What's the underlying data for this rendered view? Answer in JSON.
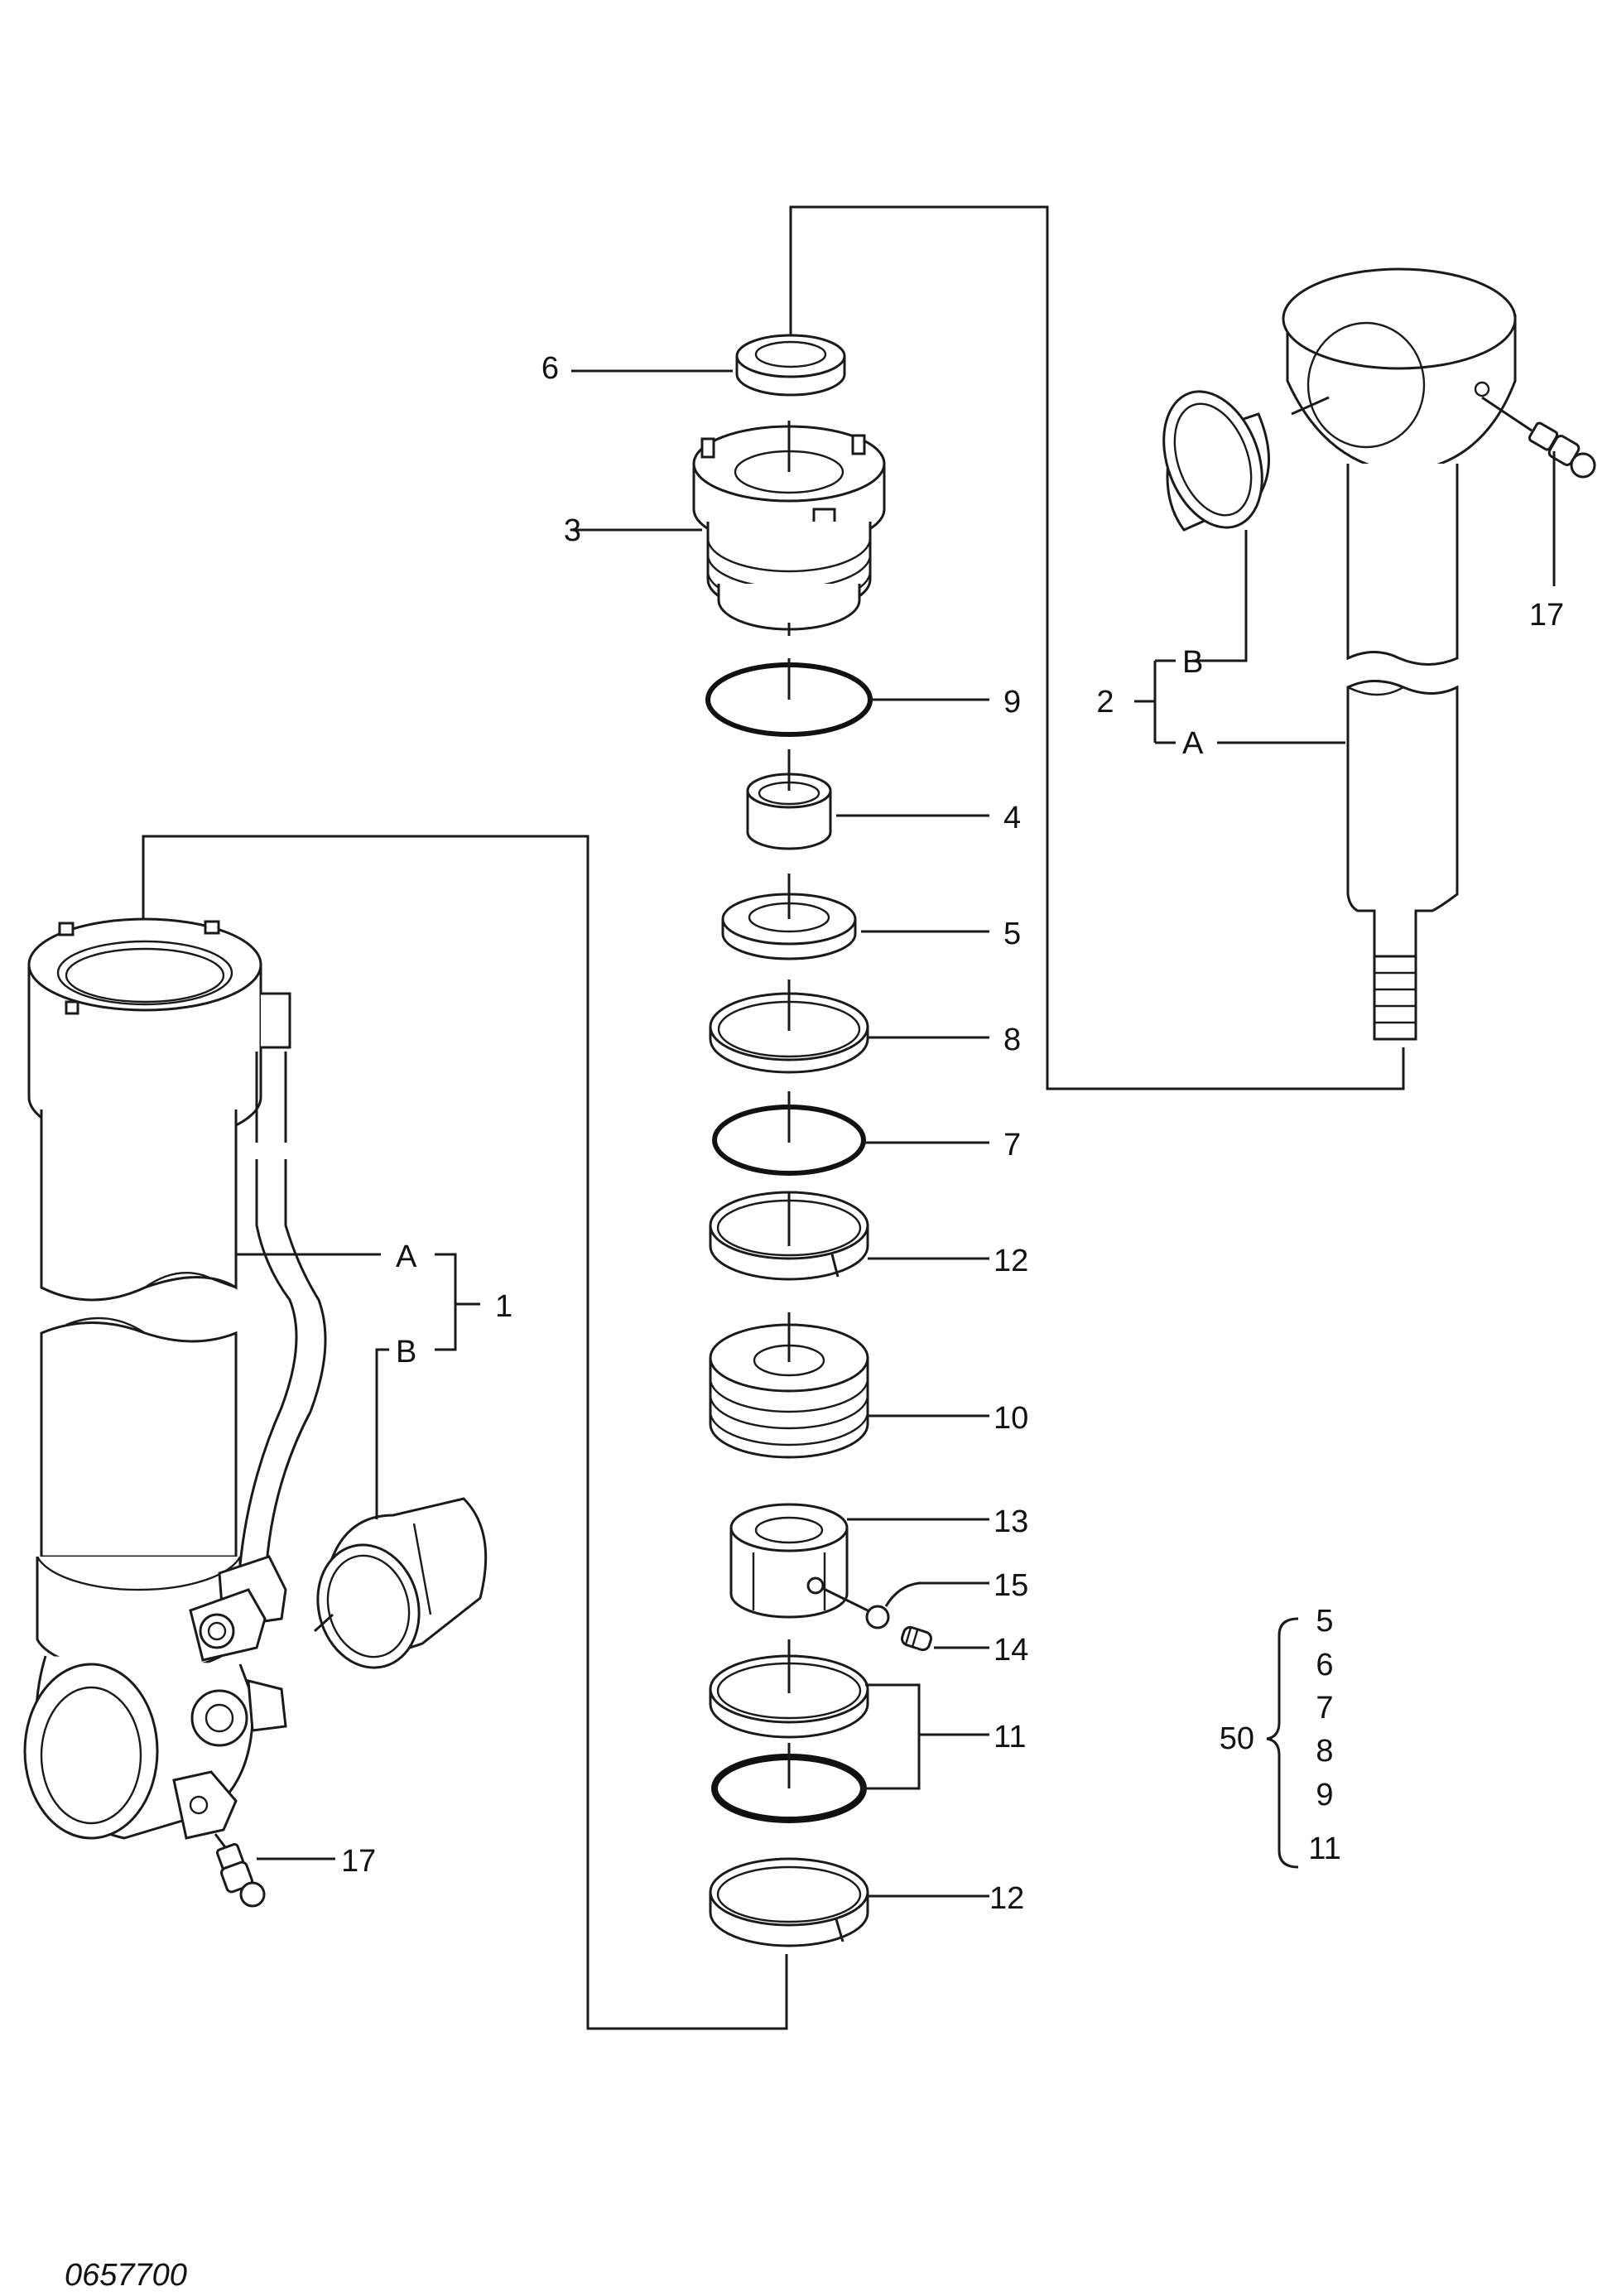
{
  "diagram_code": "0657700",
  "callouts": {
    "p1": "1",
    "p2": "2",
    "p3": "3",
    "p4": "4",
    "p5": "5",
    "p6": "6",
    "p7": "7",
    "p8": "8",
    "p9": "9",
    "p10": "10",
    "p11": "11",
    "p12a": "12",
    "p12b": "12",
    "p13": "13",
    "p14": "14",
    "p15": "15",
    "p17a": "17",
    "p17b": "17",
    "sub1a": "A",
    "sub1b": "B",
    "sub2a": "A",
    "sub2b": "B"
  },
  "kit": {
    "number": "50",
    "items": [
      "5",
      "6",
      "7",
      "8",
      "9",
      "11"
    ]
  }
}
